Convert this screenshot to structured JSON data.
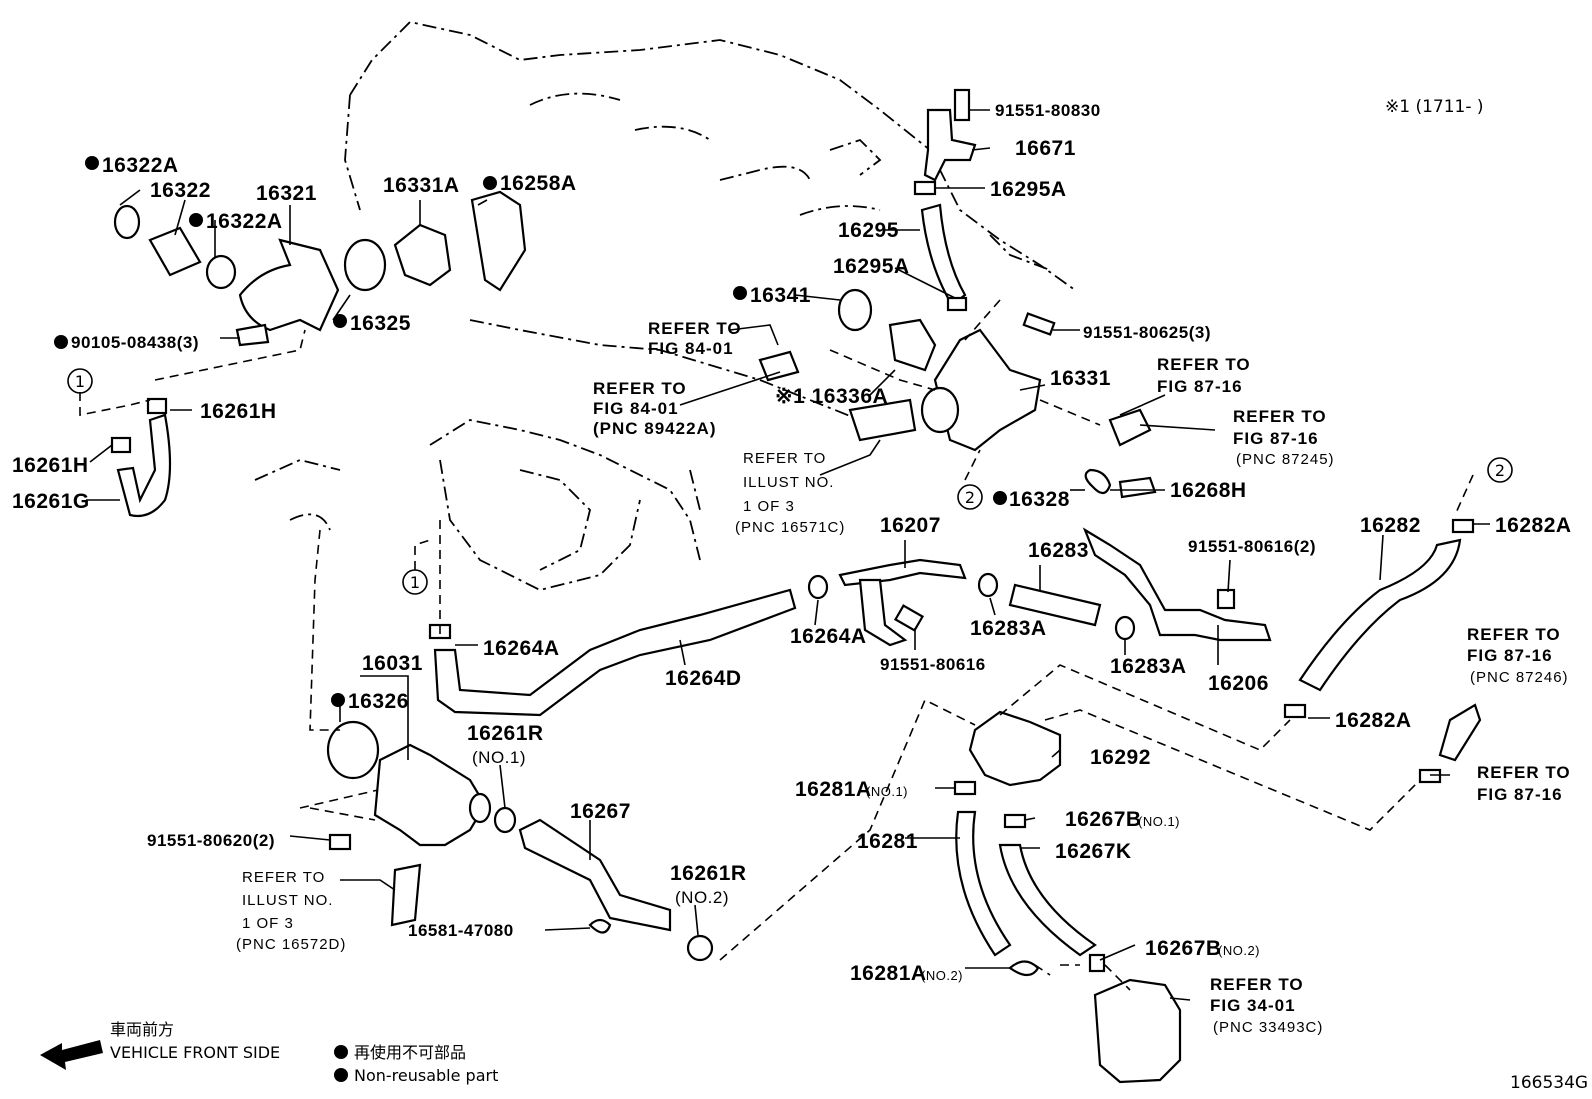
{
  "corner_note": "※1 (1711-      )",
  "figure_number": "166534G",
  "legend": {
    "direction_jp": "車両前方",
    "direction_en": "VEHICLE FRONT SIDE",
    "nonreusable_jp": "再使用不可部品",
    "nonreusable_en": "Non-reusable part"
  },
  "callouts": {
    "c1": "1",
    "c2": "2"
  },
  "labels": {
    "p16322A_a": "16322A",
    "p16322": "16322",
    "p16322A_b": "16322A",
    "p16321": "16321",
    "p16331A": "16331A",
    "p16258A": "16258A",
    "p16325": "16325",
    "p90105": "90105-08438(3)",
    "p16261H_a": "16261H",
    "p16261H_b": "16261H",
    "p16261G": "16261G",
    "p91551_80830": "91551-80830",
    "p16671": "16671",
    "p16295A_a": "16295A",
    "p16295": "16295",
    "p16295A_b": "16295A",
    "p16341": "16341",
    "p91551_80625": "91551-80625(3)",
    "p16336A": "※1 16336A",
    "p16331": "16331",
    "p16328": "16328",
    "p16268H": "16268H",
    "p16282": "16282",
    "p16282A_a": "16282A",
    "p16282A_b": "16282A",
    "p16207": "16207",
    "p16283": "16283",
    "p91551_80616_2": "91551-80616(2)",
    "p16264A_a": "16264A",
    "p16264A_b": "16264A",
    "p16283A_a": "16283A",
    "p16283A_b": "16283A",
    "p16264D": "16264D",
    "p91551_80616": "91551-80616",
    "p16206": "16206",
    "p16031": "16031",
    "p16326": "16326",
    "p16261R_a": "16261R",
    "p16261R_a_no": "(NO.1)",
    "p16292": "16292",
    "p16281A_a": "16281A",
    "p16281A_a_no": "(NO.1)",
    "p16267B_a": "16267B",
    "p16267B_a_no": "(NO.1)",
    "p16267": "16267",
    "p16281": "16281",
    "p16267K": "16267K",
    "p91551_80620": "91551-80620(2)",
    "p16261R_b": "16261R",
    "p16261R_b_no": "(NO.2)",
    "p16581": "16581-47080",
    "p16281A_b": "16281A",
    "p16281A_b_no": "(NO.2)",
    "p16267B_b": "16267B",
    "p16267B_b_no": "(NO.2)"
  },
  "refs": {
    "r8401a_1": "REFER TO",
    "r8401a_2": "FIG 84-01",
    "r8401b_1": "REFER TO",
    "r8401b_2": "FIG 84-01",
    "r8401b_3": "(PNC 89422A)",
    "r16571_1": "REFER TO",
    "r16571_2": "ILLUST NO.",
    "r16571_3": "1 OF 3",
    "r16571_4": "(PNC 16571C)",
    "r8716a_1": "REFER TO",
    "r8716a_2": "FIG 87-16",
    "r8716b_1": "REFER TO",
    "r8716b_2": "FIG 87-16",
    "r8716b_3": "(PNC 87245)",
    "r8716c_1": "REFER TO",
    "r8716c_2": "FIG 87-16",
    "r8716c_3": "(PNC 87246)",
    "r8716d_1": "REFER TO",
    "r8716d_2": "FIG 87-16",
    "r16572_1": "REFER TO",
    "r16572_2": "ILLUST NO.",
    "r16572_3": "1 OF 3",
    "r16572_4": "(PNC 16572D)",
    "r3401_1": "REFER TO",
    "r3401_2": "FIG 34-01",
    "r3401_3": "(PNC 33493C)"
  }
}
